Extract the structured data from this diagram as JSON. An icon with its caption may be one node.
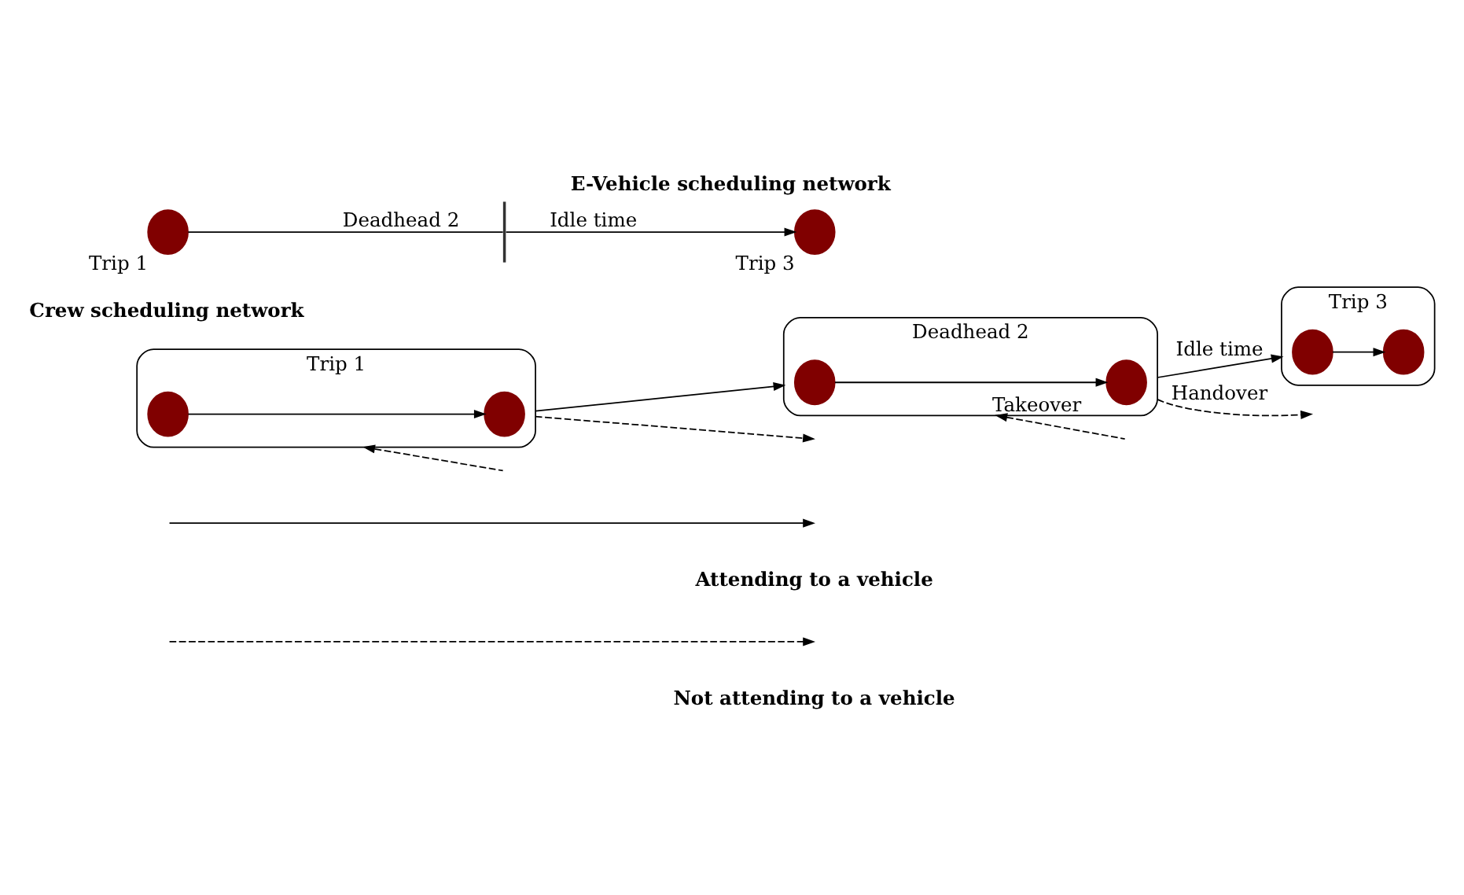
{
  "diagram": {
    "title": "E-Vehicle scheduling network",
    "nodes": [
      {
        "text": [],
        "shape": "circle",
        "beside": [
          "Trip 1"
        ]
      },
      {
        "text": [],
        "shape": "bar"
      },
      {
        "text": [],
        "shape": "circle",
        "beside": [
          "Trip 3"
        ]
      },
      {
        "text": [
          "Trip 1"
        ]
      },
      {
        "text": [],
        "shape": "circle",
        "in": 3
      },
      {
        "text": [],
        "shape": "circle",
        "in": 3
      },
      {
        "text": [
          "Deadhead 2"
        ]
      },
      {
        "text": [],
        "shape": "circle",
        "in": 6
      },
      {
        "text": [],
        "shape": "circle",
        "in": 6
      },
      {
        "text": [
          "Trip 3"
        ]
      },
      {
        "text": [],
        "shape": "circle",
        "in": 9
      },
      {
        "text": [],
        "shape": "circle",
        "in": 9
      }
    ],
    "edges": [
      {
        "from": 0,
        "to": 1,
        "arrow": "none",
        "label": "Deadhead 2"
      },
      {
        "from": 1,
        "to": 2,
        "arrow": "to",
        "label": "Idle time"
      },
      {
        "from": 4,
        "to": 5,
        "arrow": "to"
      },
      {
        "from": 7,
        "to": 8,
        "arrow": "to"
      },
      {
        "from": 10,
        "to": 11,
        "arrow": "to"
      },
      {
        "from": 3,
        "to": 6,
        "arrow": "to"
      },
      {
        "from": 3,
        "to": null,
        "arrow": "to",
        "style": "dashed"
      },
      {
        "from": null,
        "to": 3,
        "arrow": "to",
        "style": "dashed"
      },
      {
        "from": 6,
        "to": null,
        "arrow": "to",
        "style": "dashed",
        "label": "Handover"
      },
      {
        "from": null,
        "to": 6,
        "arrow": "to",
        "style": "dashed",
        "label": "Takeover"
      },
      {
        "from": 6,
        "to": 9,
        "arrow": "to",
        "label": "Idle time"
      }
    ],
    "labels": [
      "Crew scheduling network"
    ],
    "legend": [
      {
        "text": "Attending to a vehicle"
      },
      {
        "text": "Not attending to a vehicle"
      }
    ]
  }
}
